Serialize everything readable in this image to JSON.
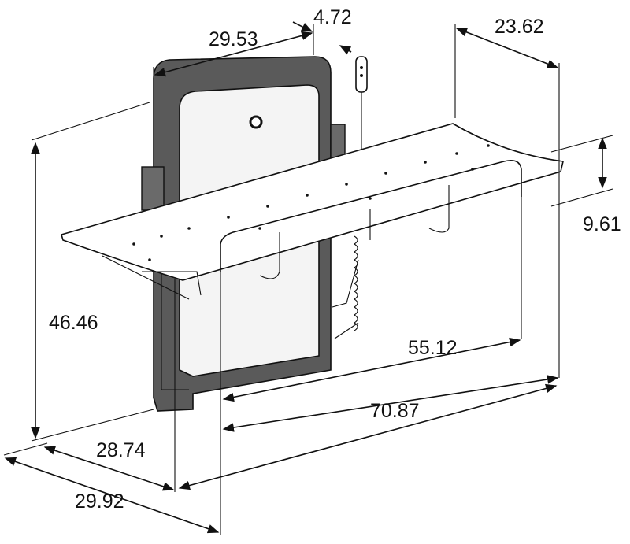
{
  "diagram": {
    "title": "Height-adjustable changing table dimensions",
    "dimensions": {
      "backboard_width": "29.53",
      "control_offset": "4.72",
      "table_depth_top": "23.62",
      "rail_height": "9.61",
      "overall_height": "46.46",
      "inner_length": "55.12",
      "overall_length": "70.87",
      "depth_inner": "28.74",
      "depth_overall": "29.92"
    },
    "colors": {
      "line": "#111111",
      "frame": "#555555",
      "panel": "#f2f2f2"
    }
  }
}
